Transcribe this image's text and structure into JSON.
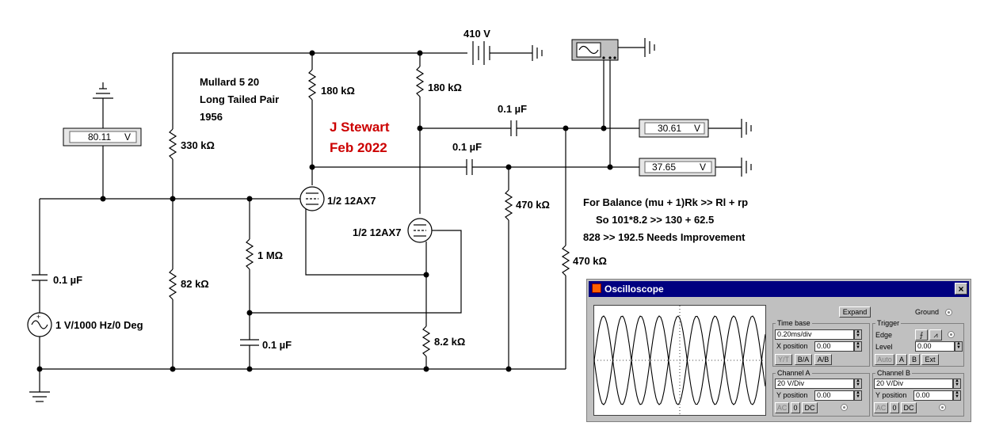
{
  "circuit": {
    "title_lines": [
      "Mullard 5 20",
      "Long Tailed Pair",
      "1956"
    ],
    "author": "J Stewart",
    "date": "Feb 2022",
    "supply": "410 V",
    "source": "1 V/1000 Hz/0 Deg",
    "resistors": {
      "r_left_top": "330 kΩ",
      "r_left_bottom": "82 kΩ",
      "r_grid": "1 MΩ",
      "r_plate1": "180 kΩ",
      "r_plate2": "180 kΩ",
      "r_tail": "8.2 kΩ",
      "r_load1": "470 kΩ",
      "r_load2": "470 kΩ"
    },
    "capacitors": {
      "c_input": "0.1 µF",
      "c_grid": "0.1 µF",
      "c_out_top": "0.1 µF",
      "c_out_bottom": "0.1 µF"
    },
    "tubes": [
      "1/2 12AX7",
      "1/2 12AX7"
    ],
    "meters": {
      "bias": {
        "value": "80.11",
        "unit": "V"
      },
      "out_a": {
        "value": "30.61",
        "unit": "V"
      },
      "out_b": {
        "value": "37.65",
        "unit": "V"
      }
    },
    "notes": [
      "For Balance (mu + 1)Rk >> Rl + rp",
      "So 101*8.2 >> 130 + 62.5",
      "828 >> 192.5 Needs Improvement"
    ]
  },
  "oscilloscope": {
    "title": "Oscilloscope",
    "close": "×",
    "expand": "Expand",
    "ground": "Ground",
    "timebase": {
      "label": "Time base",
      "value": "0.20ms/div",
      "xpos_label": "X position",
      "xpos": "0.00",
      "modes": [
        "Y/T",
        "B/A",
        "A/B"
      ]
    },
    "trigger": {
      "label": "Trigger",
      "edge_label": "Edge",
      "level_label": "Level",
      "level": "0.00",
      "modes": [
        "Auto",
        "A",
        "B",
        "Ext"
      ]
    },
    "channel_a": {
      "label": "Channel A",
      "scale": "20 V/Div",
      "ypos_label": "Y position",
      "ypos": "0.00",
      "coupling": [
        "AC",
        "0",
        "DC"
      ]
    },
    "channel_b": {
      "label": "Channel B",
      "scale": "20 V/Div",
      "ypos_label": "Y position",
      "ypos": "0.00",
      "coupling": [
        "AC",
        "0",
        "DC"
      ]
    },
    "trace_color": "#000000"
  }
}
